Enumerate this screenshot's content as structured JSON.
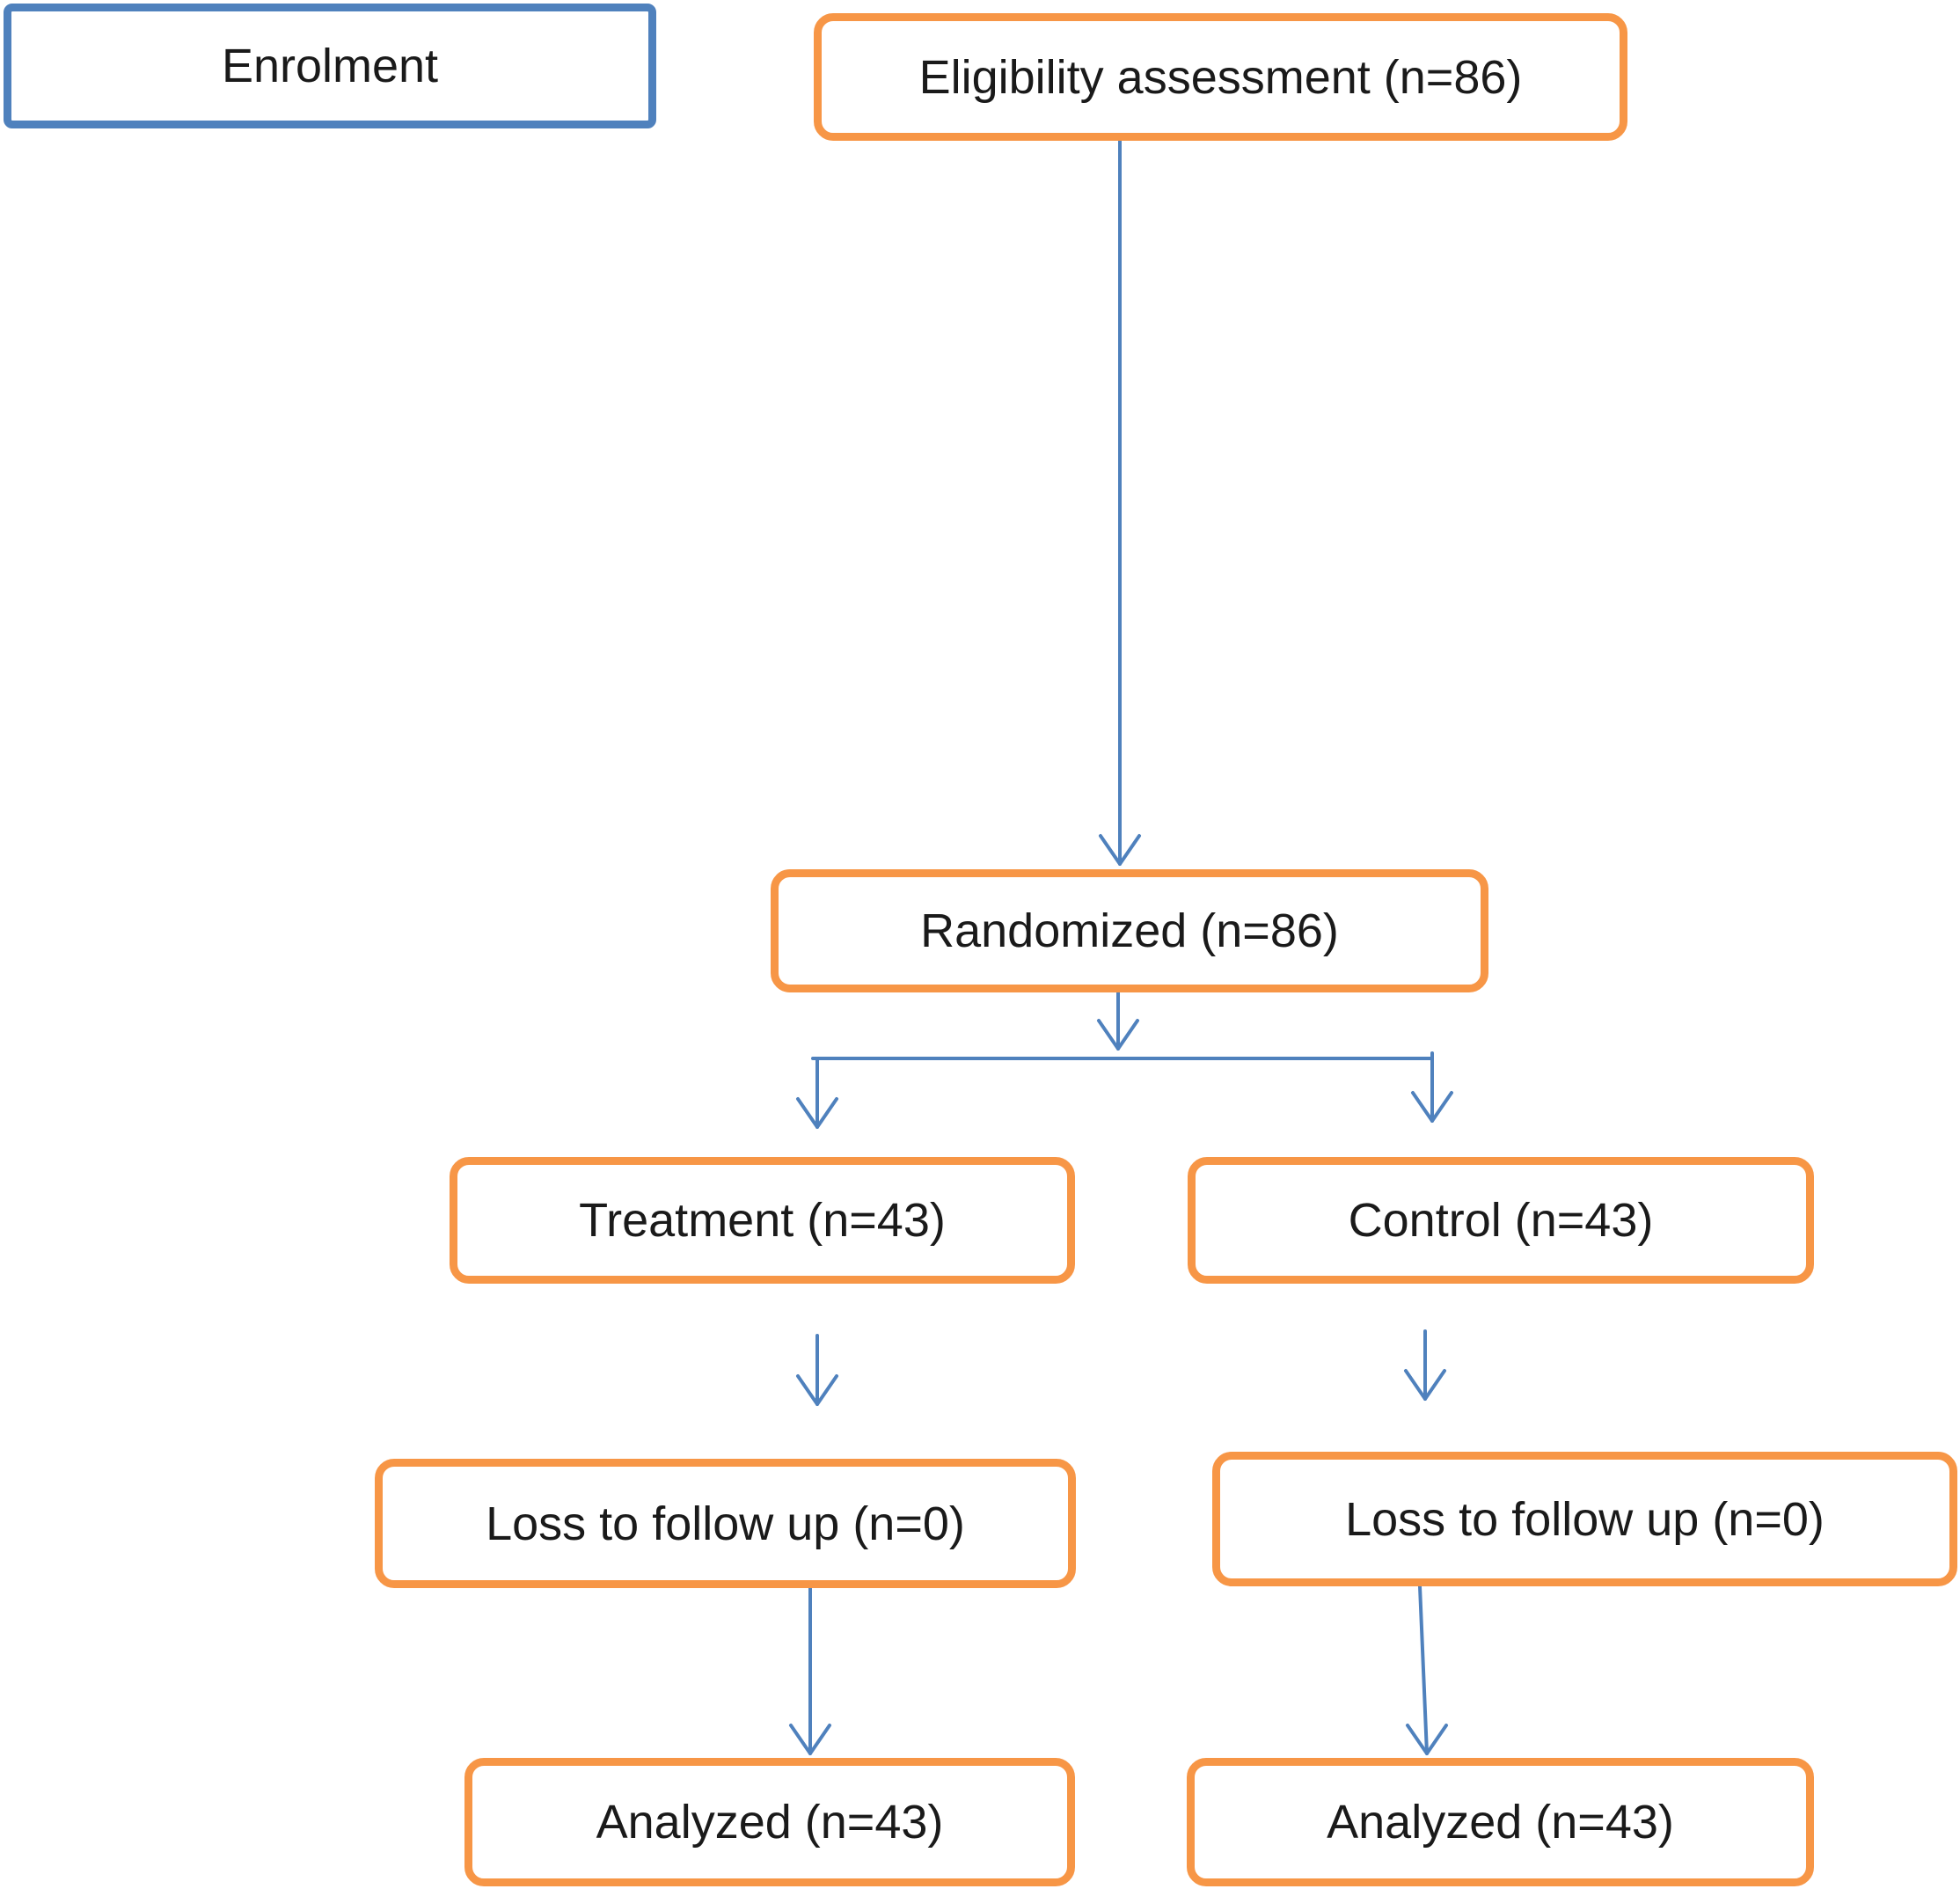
{
  "stage_label": "Enrolment",
  "nodes": {
    "eligibility": "Eligibility assessment (n=86)",
    "randomized": "Randomized (n=86)",
    "treatment": "Treatment (n=43)",
    "control": "Control (n=43)",
    "treatment_loss": "Loss to follow up (n=0)",
    "control_loss": "Loss to follow up (n=0)",
    "treatment_analyzed": "Analyzed (n=43)",
    "control_analyzed": "Analyzed (n=43)"
  },
  "colors": {
    "stage_border": "#4f81bd",
    "step_border": "#f79646",
    "connector": "#4f81bd"
  }
}
